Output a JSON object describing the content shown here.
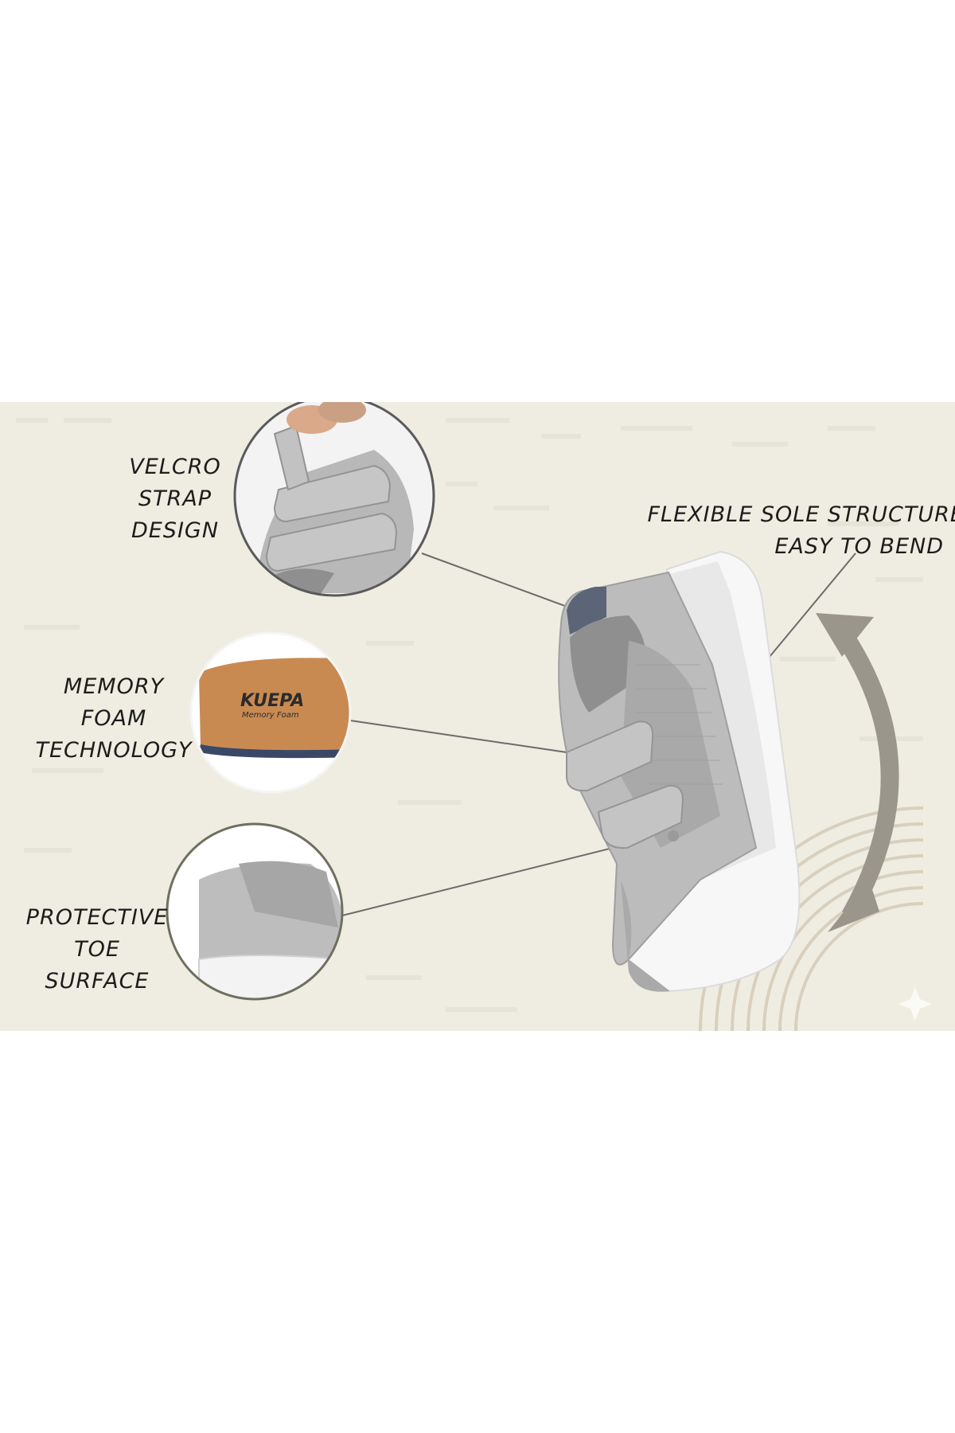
{
  "features": {
    "velcro": {
      "lines": [
        "VELCRO",
        "STRAP",
        "DESIGN"
      ]
    },
    "memory_foam": {
      "lines": [
        "MEMORY",
        "FOAM",
        "TECHNOLOGY"
      ]
    },
    "toe": {
      "lines": [
        "PROTECTIVE",
        "TOE",
        "SURFACE"
      ]
    },
    "sole": {
      "lines": [
        "FLEXIBLE SOLE STRUCTURE",
        "EASY TO BEND"
      ]
    }
  },
  "insole_brand": {
    "line1": "KUEPA",
    "line2": "Memory Foam"
  },
  "colors": {
    "background": "#efede1",
    "shoe_upper": "#b9b9b9",
    "sole": "#f7f7f7",
    "insole": "#c98a52",
    "heel_accent": "#5c6477",
    "arrow": "#9a968b",
    "text": "#1c1c1c"
  }
}
